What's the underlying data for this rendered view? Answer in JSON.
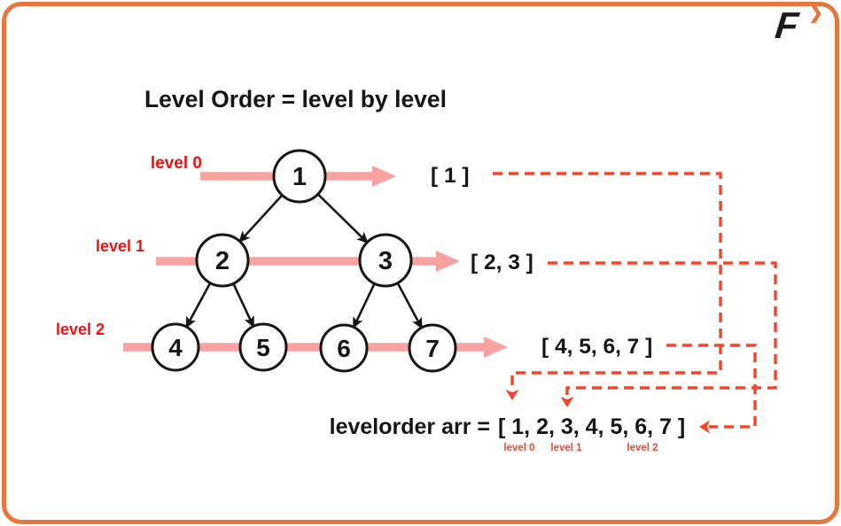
{
  "title": "Level Order = level by level",
  "logo": {
    "letter": "F",
    "chevron": "❯"
  },
  "colors": {
    "frame_border": "#E8763B",
    "label_red": "#EE1111",
    "band_pink": "#F8A2A2",
    "connector_red": "#F4452C",
    "ink": "#161616"
  },
  "tree": {
    "nodes": [
      {
        "label": "1"
      },
      {
        "label": "2"
      },
      {
        "label": "3"
      },
      {
        "label": "4"
      },
      {
        "label": "5"
      },
      {
        "label": "6"
      },
      {
        "label": "7"
      }
    ]
  },
  "levels": [
    {
      "label": "level 0",
      "output": "[ 1 ]"
    },
    {
      "label": "level 1",
      "output": "[ 2, 3 ]"
    },
    {
      "label": "level 2",
      "output": "[ 4, 5, 6, 7 ]"
    }
  ],
  "result": {
    "prefix": "levelorder arr =",
    "array": "[ 1, 2, 3, 4, 5, 6, 7 ]",
    "segment_labels": [
      "level 0",
      "level 1",
      "level 2"
    ]
  }
}
